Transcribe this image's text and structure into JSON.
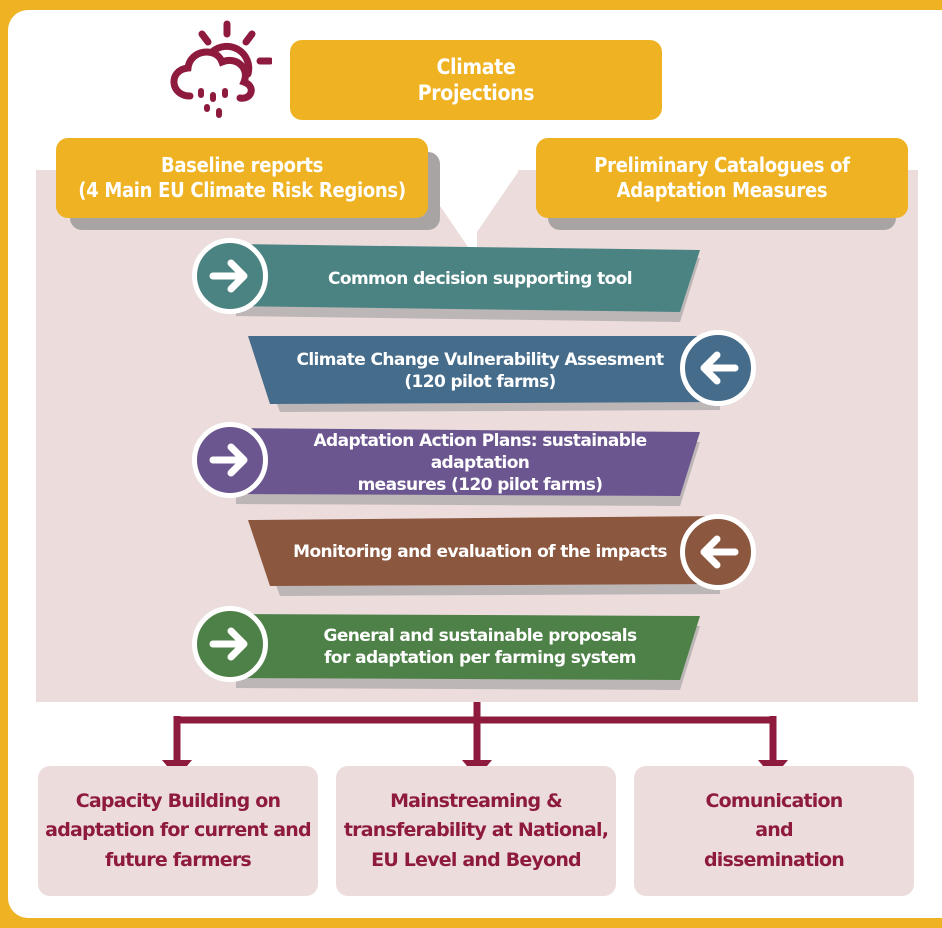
{
  "top_box": {
    "line1": "Climate",
    "line2": "Projections"
  },
  "left_box": {
    "line1": "Baseline reports",
    "line2": "(4 Main EU Climate Risk Regions)"
  },
  "right_box": {
    "line1": "Preliminary Catalogues of",
    "line2": "Adaptation Measures"
  },
  "steps": [
    {
      "line1": "Common decision supporting tool",
      "line2": "",
      "color": "#4b8383",
      "direction": "right"
    },
    {
      "line1": "Climate Change Vulnerability Assesment",
      "line2": "(120 pilot farms)",
      "color": "#456c8b",
      "direction": "left"
    },
    {
      "line1": "Adaptation Action Plans: sustainable adaptation",
      "line2": "measures (120 pilot farms)",
      "color": "#6b5690",
      "direction": "right"
    },
    {
      "line1": "Monitoring and evaluation of the impacts",
      "line2": "",
      "color": "#8b573f",
      "direction": "left"
    },
    {
      "line1": "General and sustainable proposals",
      "line2": "for adaptation per farming system",
      "color": "#4d8147",
      "direction": "right"
    }
  ],
  "outputs": [
    {
      "lines": [
        "Capacity Building on",
        "adaptation for current and",
        "future farmers"
      ]
    },
    {
      "lines": [
        "Mainstreaming &",
        "transferability at National,",
        "EU Level and Beyond"
      ]
    },
    {
      "lines": [
        "Comunication",
        "and",
        "dissemination"
      ]
    }
  ],
  "colors": {
    "accent_yellow": "#efb222",
    "connector": "#8e1b3e",
    "pink_background": "#ecdcdc"
  },
  "icons": {
    "weather": "cloud-sun-rain-icon"
  }
}
